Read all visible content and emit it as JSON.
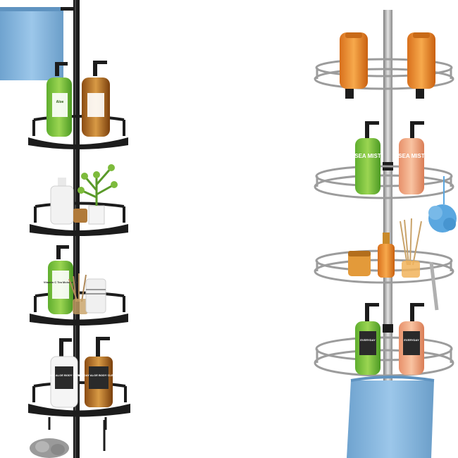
{
  "scene": {
    "description_free": true,
    "colors": {
      "background": "#ffffff",
      "black_caddy": "#1c1c1c",
      "steel_caddy": "#a6a6a6",
      "towel_blue": "#7fb3dd",
      "sponge_blue": "#5aa7e0"
    }
  },
  "left_caddy": {
    "tiers": [
      {
        "items": [
          "green-pump-bottle",
          "amber-pump-bottle"
        ]
      },
      {
        "items": [
          "white-bottle",
          "plant",
          "small-jar"
        ]
      },
      {
        "items": [
          "green-pump-bottle",
          "diffuser",
          "white-jar"
        ]
      },
      {
        "items": [
          "white-pump-bottle",
          "amber-pump-bottle"
        ]
      }
    ],
    "labels": {
      "bottle_green_top": "Aloe",
      "bottle_green_mid": "Vitamin C Tea Moisturizer",
      "bottle_white_bottom": "EVERYDAY ALOE BODY CLEANSER",
      "bottle_amber_bottom": "EVERYDAY ALOE BODY CLEANSER"
    }
  },
  "right_caddy": {
    "tiers": [
      {
        "items": [
          "orange-bottle",
          "orange-bottle"
        ]
      },
      {
        "items": [
          "green-pump-bottle",
          "peach-pump-bottle"
        ]
      },
      {
        "items": [
          "jar",
          "amber-bottle",
          "diffuser"
        ]
      },
      {
        "items": [
          "green-pump-bottle",
          "peach-pump-bottle"
        ]
      }
    ],
    "labels": {
      "sea_mist_green": "SEA MIST",
      "sea_mist_peach": "SEA MIST",
      "bottom_green": "EVERYDAY",
      "bottom_peach": "EVERYDAY"
    }
  }
}
